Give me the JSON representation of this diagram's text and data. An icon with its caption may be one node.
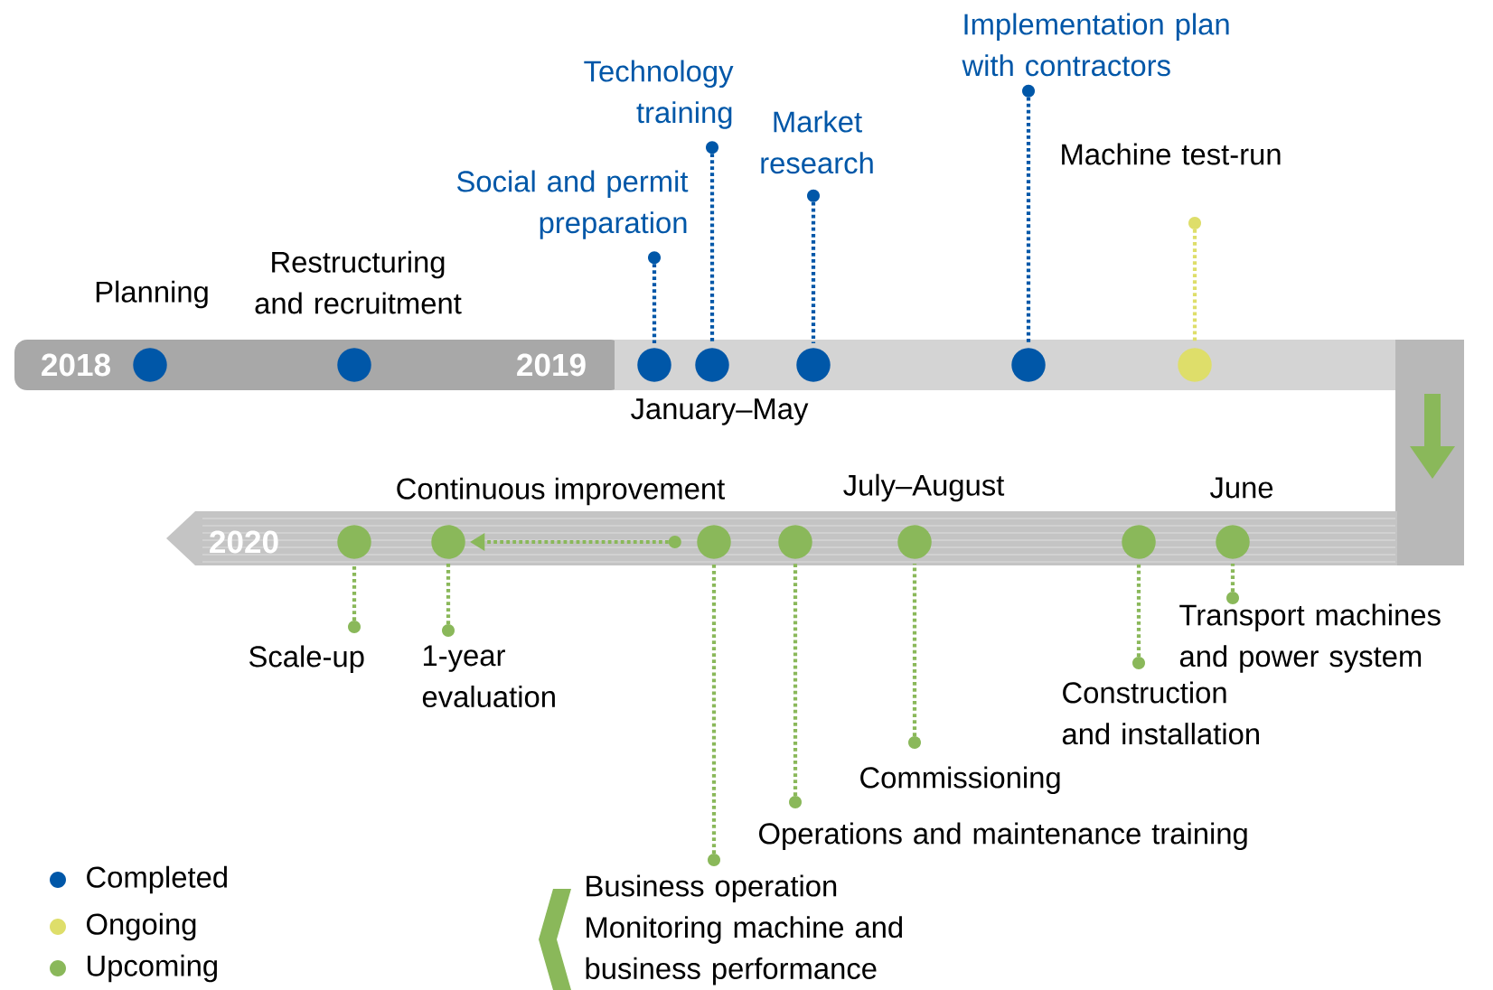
{
  "diagram": {
    "nodes": [
      {
        "text": [],
        "shape": "circle",
        "beside": [
          "Planning"
        ]
      },
      {
        "text": [],
        "shape": "circle"
      },
      {
        "text": [],
        "shape": "circle"
      },
      {
        "text": [],
        "shape": "circle"
      },
      {
        "text": [],
        "shape": "circle"
      },
      {
        "text": [],
        "shape": "circle"
      },
      {
        "text": [],
        "shape": "circle"
      },
      {
        "text": [
          "Social and permit preparation"
        ]
      },
      {
        "text": [
          "Technology training"
        ]
      },
      {
        "text": [
          "Market research"
        ]
      },
      {
        "text": [
          "Implementation plan with contractors"
        ]
      },
      {
        "text": [
          "Machine test-run"
        ]
      },
      {
        "text": [],
        "shape": "circle"
      },
      {
        "text": [],
        "shape": "circle"
      },
      {
        "text": [],
        "shape": "circle"
      },
      {
        "text": [],
        "shape": "circle"
      },
      {
        "text": [],
        "shape": "circle"
      },
      {
        "text": [],
        "shape": "circle"
      },
      {
        "text": [],
        "shape": "circle"
      },
      {
        "text": [
          "Scale-up"
        ]
      },
      {
        "text": [
          "1-year evaluation"
        ]
      },
      {
        "text": [
          "Business operation",
          "Monitoring machine and business performance"
        ]
      },
      {
        "text": [
          "Operations and maintenance training"
        ]
      },
      {
        "text": [
          "Commissioning"
        ]
      },
      {
        "text": [
          "Construction and installation"
        ]
      },
      {
        "text": [
          "Transport machines and power system"
        ]
      }
    ],
    "edges": [
      {
        "from": 7,
        "to": 2,
        "arrow": "other",
        "style": "dashed",
        "color": "#0057a8"
      },
      {
        "from": 8,
        "to": 3,
        "arrow": "other",
        "style": "dashed",
        "color": "#0057a8"
      },
      {
        "from": 9,
        "to": 4,
        "arrow": "other",
        "style": "dashed",
        "color": "#0057a8"
      },
      {
        "from": 10,
        "to": 5,
        "arrow": "other",
        "style": "dashed",
        "color": "#0057a8"
      },
      {
        "from": 11,
        "to": 6,
        "arrow": "other",
        "style": "dashed",
        "color": "#dede6a"
      },
      {
        "from": 14,
        "to": 13,
        "arrow": "to",
        "style": "dashed"
      },
      {
        "from": 19,
        "to": 12,
        "arrow": "other",
        "style": "dashed"
      },
      {
        "from": 20,
        "to": 13,
        "arrow": "other",
        "style": "dashed"
      },
      {
        "from": 21,
        "to": 14,
        "arrow": "other",
        "style": "dashed"
      },
      {
        "from": 22,
        "to": 15,
        "arrow": "other",
        "style": "dashed"
      },
      {
        "from": 23,
        "to": 16,
        "arrow": "other",
        "style": "dashed"
      },
      {
        "from": 24,
        "to": 17,
        "arrow": "other",
        "style": "dashed"
      },
      {
        "from": 25,
        "to": 18,
        "arrow": "other",
        "style": "dashed"
      }
    ],
    "labels": [
      "Restructuring and recruitment",
      "2018",
      "2019",
      "January–May",
      "Continuous improvement",
      "July–August",
      "June",
      "2020"
    ],
    "legend": [
      {
        "text": "Completed",
        "color": "#0057a8"
      },
      {
        "text": "Ongoing",
        "color": "#dede6a"
      },
      {
        "text": "Upcoming",
        "color": "#8ab85a"
      }
    ]
  }
}
